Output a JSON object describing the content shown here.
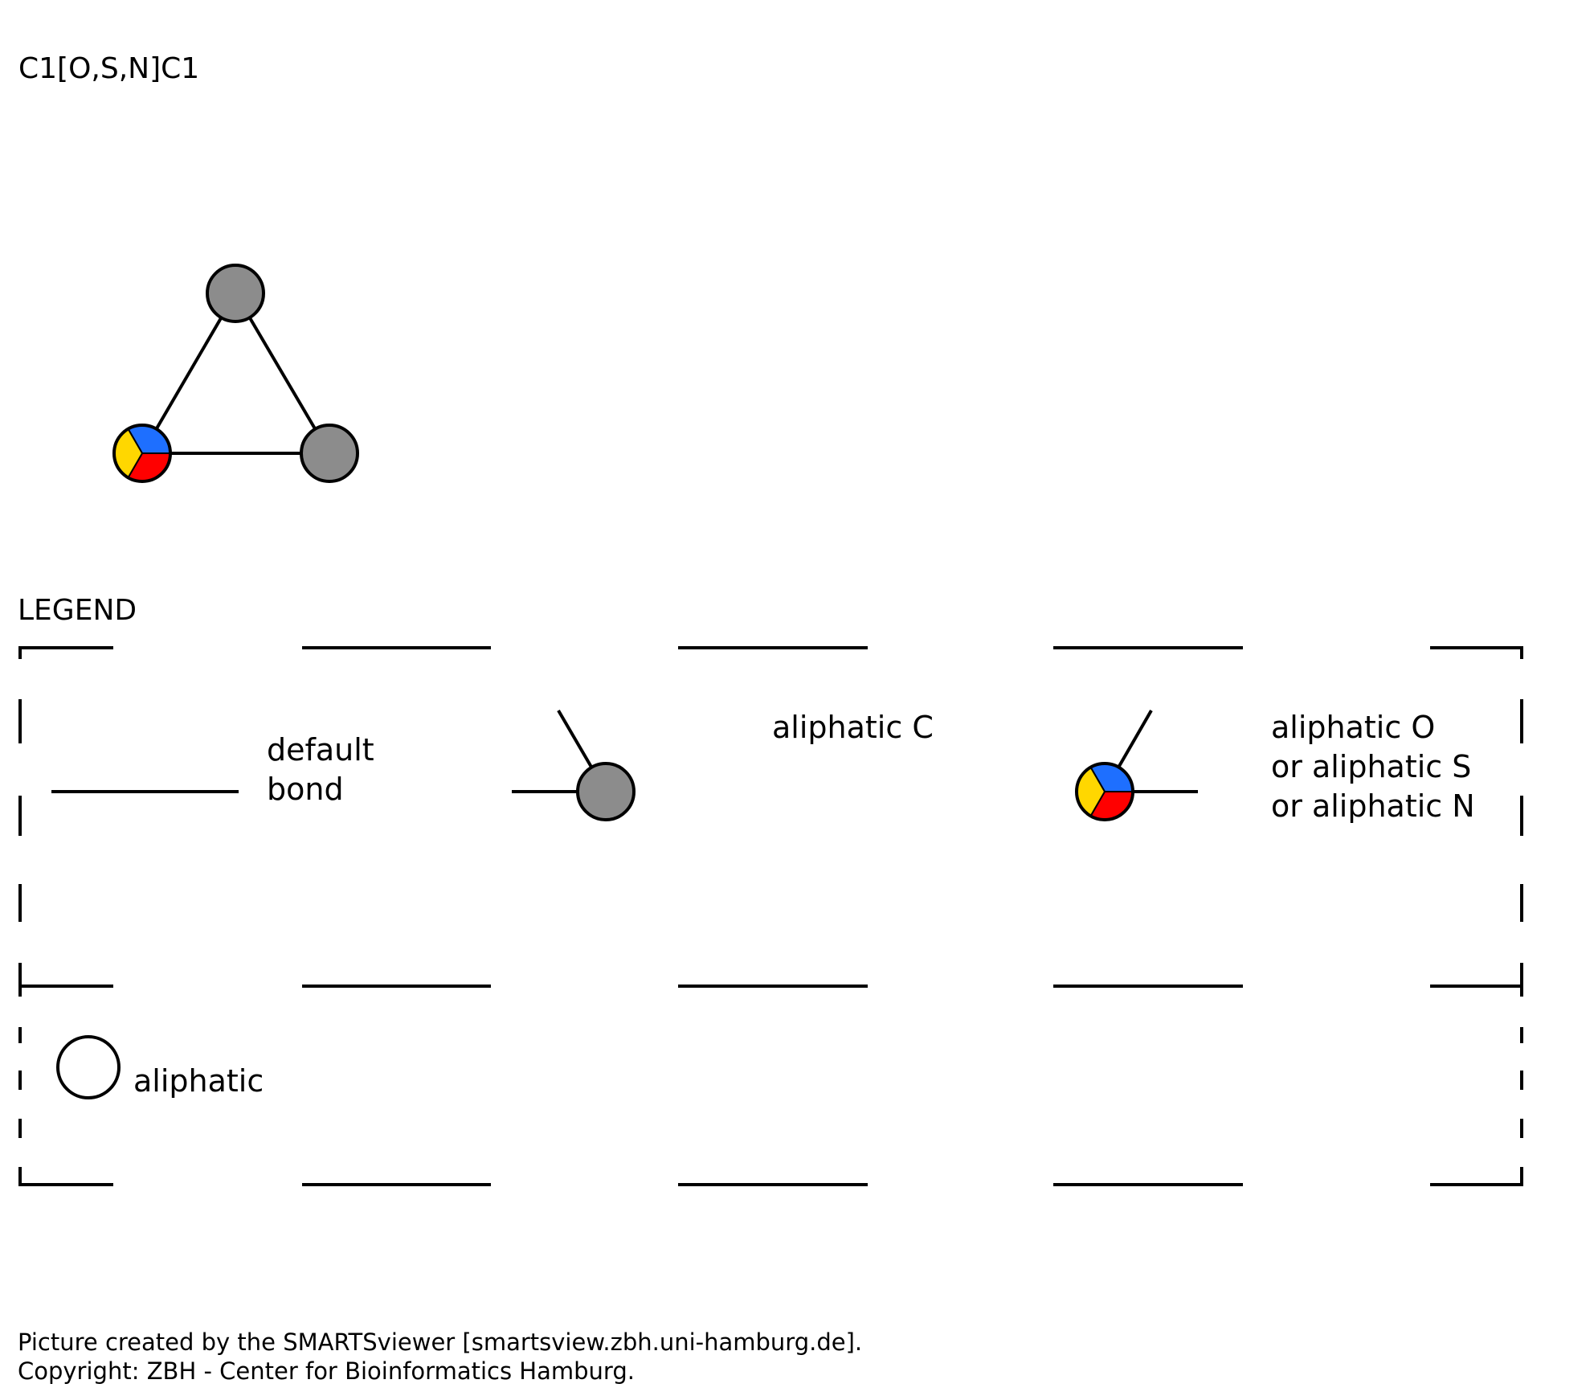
{
  "smarts": "C1[O,S,N]C1",
  "legend": {
    "title": "LEGEND",
    "bond_line1": "default",
    "bond_line2": "bond",
    "carbon_label": "aliphatic C",
    "multi_line1": "aliphatic O",
    "multi_line2": "or aliphatic S",
    "multi_line3": "or aliphatic N",
    "aliphatic_label": "aliphatic"
  },
  "footer": {
    "line1": "Picture created by the SMARTSviewer [smartsview.zbh.uni-hamburg.de].",
    "line2": "Copyright: ZBH - Center for Bioinformatics Hamburg."
  },
  "colors": {
    "carbon": "#8c8c8c",
    "oxygen_sector": "#ff0000",
    "sulfur_sector": "#ffd700",
    "nitrogen_sector": "#1e6fff",
    "aliphatic_ring": "#ffffff"
  }
}
